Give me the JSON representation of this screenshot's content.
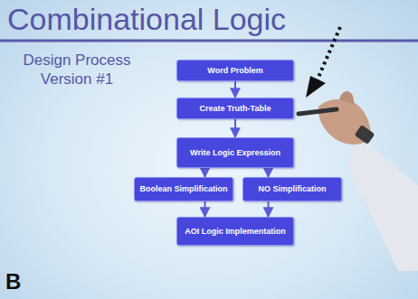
{
  "diagram": {
    "title": "Combinational Logic",
    "nodes": [
      {
        "text": [
          "Word Problem"
        ]
      },
      {
        "text": [
          "Create Truth-Table"
        ]
      },
      {
        "text": [
          "Write Logic Expression"
        ]
      },
      {
        "text": [
          "Boolean Simplification"
        ]
      },
      {
        "text": [
          "NO Simplification"
        ]
      },
      {
        "text": [
          "AOI Logic Implementation"
        ]
      }
    ],
    "edges": [
      {
        "from": 0,
        "to": 1,
        "arrow": "to"
      },
      {
        "from": 1,
        "to": 2,
        "arrow": "to"
      },
      {
        "from": 2,
        "to": 3,
        "arrow": "to"
      },
      {
        "from": 2,
        "to": 4,
        "arrow": "to"
      },
      {
        "from": 3,
        "to": 5,
        "arrow": "to"
      },
      {
        "from": 4,
        "to": 5,
        "arrow": "to"
      }
    ],
    "labels": [
      "Design Process Version #1",
      "B"
    ]
  }
}
